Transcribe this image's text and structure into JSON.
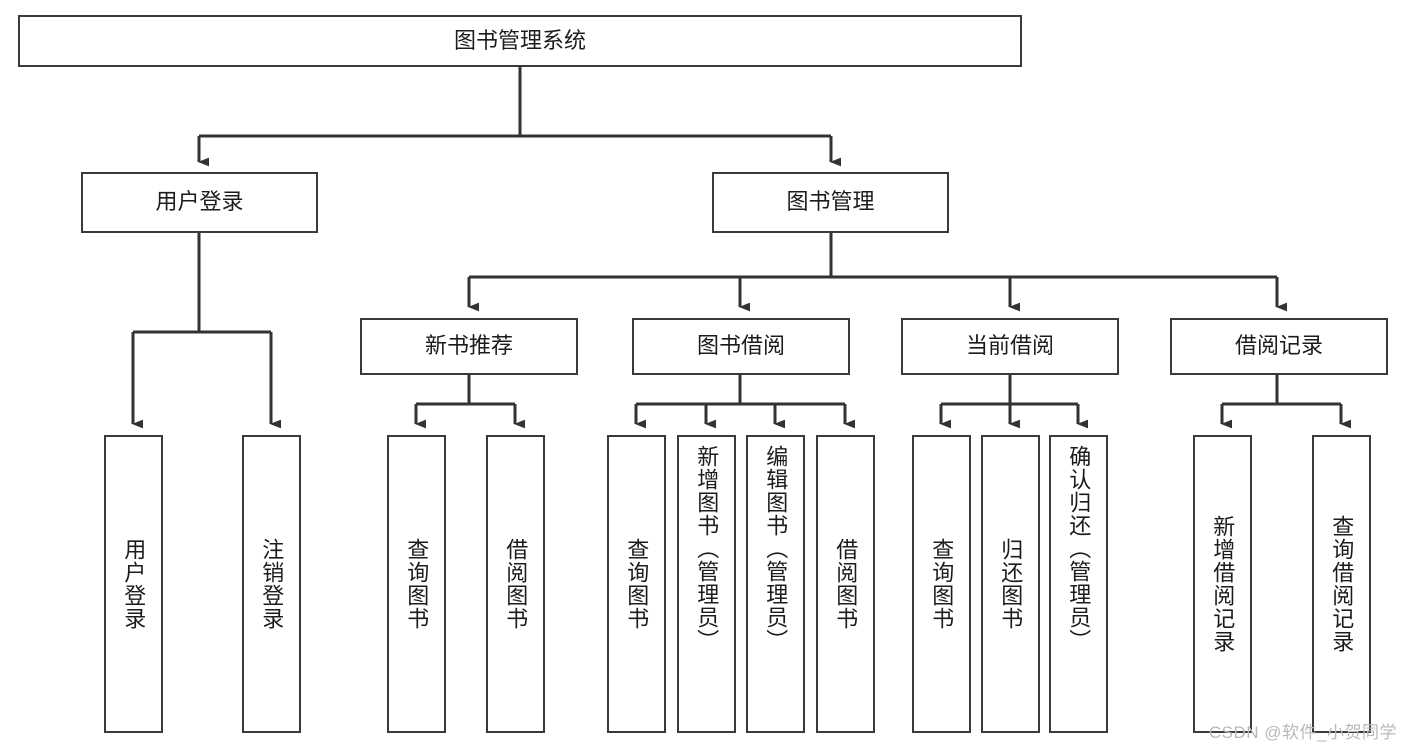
{
  "diagram": {
    "title": "图书管理系统",
    "type": "tree-hierarchy",
    "watermark": "CSDN @软件_小贺同学",
    "colors": {
      "box_border": "#3a3a3a",
      "box_fill": "#ffffff",
      "edge": "#333333",
      "text": "#1c1c1c",
      "watermark": "#b9b9b9"
    },
    "levels": {
      "root": "图书管理系统",
      "level2": [
        "用户登录",
        "图书管理"
      ],
      "level3": [
        "新书推荐",
        "图书借阅",
        "当前借阅",
        "借阅记录"
      ],
      "leaves": [
        "用户登录",
        "注销登录",
        "查询图书",
        "借阅图书",
        "查询图书",
        "新增图书（管理员）",
        "编辑图书（管理员）",
        "借阅图书",
        "查询图书",
        "归还图书",
        "确认归还（管理员）",
        "新增借阅记录",
        "查询借阅记录"
      ]
    },
    "nodes": {
      "root": {
        "label": "图书管理系统"
      },
      "user_login": {
        "label": "用户登录"
      },
      "book_mgmt": {
        "label": "图书管理"
      },
      "new_book_rec": {
        "label": "新书推荐"
      },
      "book_borrow": {
        "label": "图书借阅"
      },
      "current_borrow": {
        "label": "当前借阅"
      },
      "borrow_record": {
        "label": "借阅记录"
      },
      "leaf_user_login": {
        "label": "用户登录"
      },
      "leaf_logout": {
        "label": "注销登录"
      },
      "leaf_query_book_1": {
        "label": "查询图书"
      },
      "leaf_borrow_book_1": {
        "label": "借阅图书"
      },
      "leaf_query_book_2": {
        "label": "查询图书"
      },
      "leaf_add_book": {
        "label": "新增图书（管理员）"
      },
      "leaf_edit_book": {
        "label": "编辑图书（管理员）"
      },
      "leaf_borrow_book_2": {
        "label": "借阅图书"
      },
      "leaf_query_book_3": {
        "label": "查询图书"
      },
      "leaf_return_book": {
        "label": "归还图书"
      },
      "leaf_confirm_return": {
        "label": "确认归还（管理员）"
      },
      "leaf_add_record": {
        "label": "新增借阅记录"
      },
      "leaf_query_record": {
        "label": "查询借阅记录"
      }
    },
    "edges": [
      {
        "from": "root",
        "to": "user_login"
      },
      {
        "from": "root",
        "to": "book_mgmt"
      },
      {
        "from": "user_login",
        "to": "leaf_user_login"
      },
      {
        "from": "user_login",
        "to": "leaf_logout"
      },
      {
        "from": "book_mgmt",
        "to": "new_book_rec"
      },
      {
        "from": "book_mgmt",
        "to": "book_borrow"
      },
      {
        "from": "book_mgmt",
        "to": "current_borrow"
      },
      {
        "from": "book_mgmt",
        "to": "borrow_record"
      },
      {
        "from": "new_book_rec",
        "to": "leaf_query_book_1"
      },
      {
        "from": "new_book_rec",
        "to": "leaf_borrow_book_1"
      },
      {
        "from": "book_borrow",
        "to": "leaf_query_book_2"
      },
      {
        "from": "book_borrow",
        "to": "leaf_add_book"
      },
      {
        "from": "book_borrow",
        "to": "leaf_edit_book"
      },
      {
        "from": "book_borrow",
        "to": "leaf_borrow_book_2"
      },
      {
        "from": "current_borrow",
        "to": "leaf_query_book_3"
      },
      {
        "from": "current_borrow",
        "to": "leaf_return_book"
      },
      {
        "from": "current_borrow",
        "to": "leaf_confirm_return"
      },
      {
        "from": "borrow_record",
        "to": "leaf_add_record"
      },
      {
        "from": "borrow_record",
        "to": "leaf_query_record"
      }
    ]
  }
}
